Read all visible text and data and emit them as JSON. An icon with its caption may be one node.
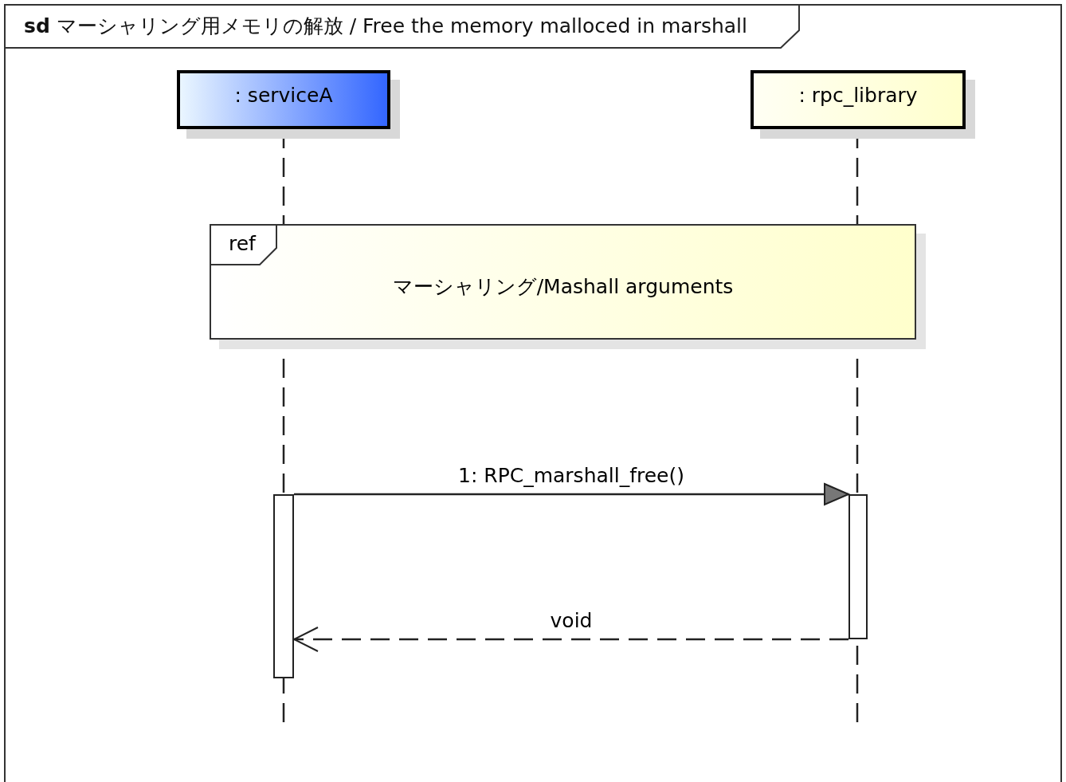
{
  "diagram": {
    "title": "**sd** マーシャリング用メモリの解放 / Free the memory malloced in marshall",
    "nodes": [
      {
        "text": [
          ": serviceA"
        ]
      },
      {
        "text": [
          ": rpc_library"
        ]
      },
      {
        "text": [
          "ref",
          "マーシャリング/Mashall arguments"
        ]
      },
      {
        "text": [],
        "shape": "bar"
      },
      {
        "text": [],
        "shape": "bar"
      }
    ],
    "edges": [
      {
        "from": 3,
        "to": 4,
        "arrow": "to",
        "label": "1: RPC_marshall_free()"
      },
      {
        "from": 4,
        "to": 3,
        "arrow": "to",
        "label": "void",
        "style": "dashed"
      }
    ]
  }
}
